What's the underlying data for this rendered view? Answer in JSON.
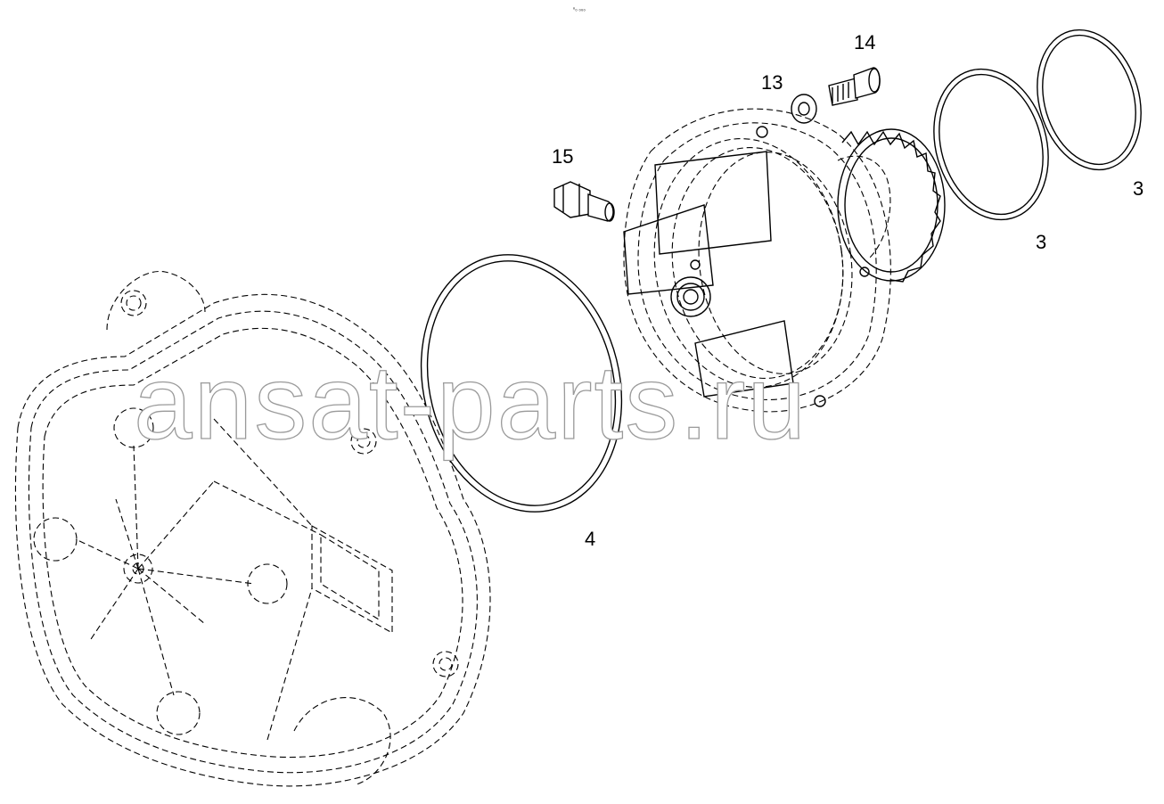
{
  "diagram": {
    "header_mark": "ⁿ₀ ₀₀₀",
    "callouts": [
      {
        "id": "c14",
        "label": "14"
      },
      {
        "id": "c13",
        "label": "13"
      },
      {
        "id": "c15",
        "label": "15"
      },
      {
        "id": "c3a",
        "label": "3"
      },
      {
        "id": "c3b",
        "label": "3"
      },
      {
        "id": "c4",
        "label": "4"
      }
    ],
    "watermark": "ansat-parts.ru"
  }
}
